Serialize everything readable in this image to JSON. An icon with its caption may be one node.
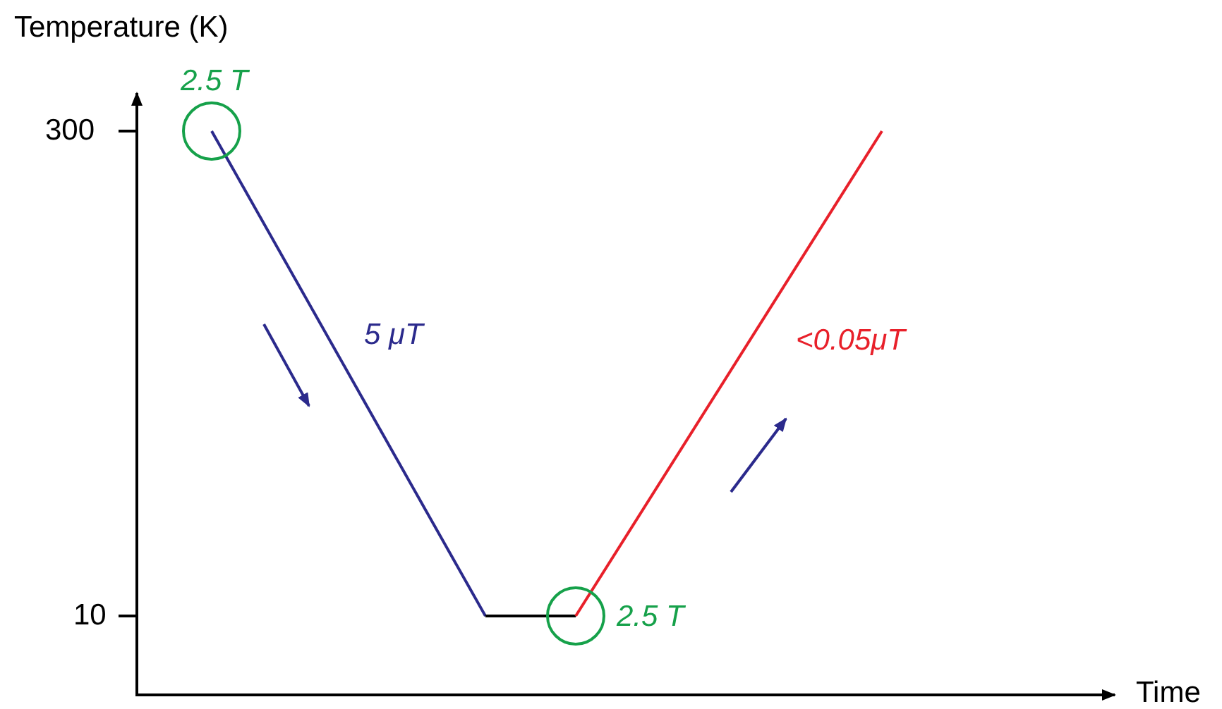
{
  "diagram": {
    "labels": [
      "Temperature (K)",
      "2.5 T",
      "300",
      "5 μT",
      "<0.05μT",
      "10",
      "2.5 T",
      "Time"
    ]
  }
}
